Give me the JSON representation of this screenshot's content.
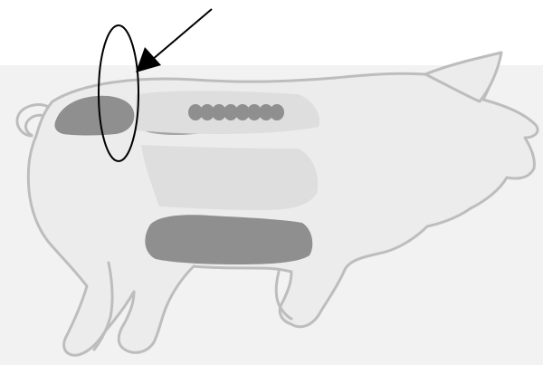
{
  "figure": {
    "subject": "pig-side-view",
    "colors": {
      "page": "#ffffff",
      "background_panel": "#f2f2f2",
      "body_fill": "#ececec",
      "outline": "#bdbdbd",
      "dark_region": "#8f8f8f",
      "mid_region": "#a6a6a6",
      "light_region": "#dedede",
      "annotation": "#000000"
    },
    "annotation": {
      "marker": "ellipse",
      "pointer": "arrow",
      "target": "back-fat-region-behind-shoulder"
    }
  }
}
